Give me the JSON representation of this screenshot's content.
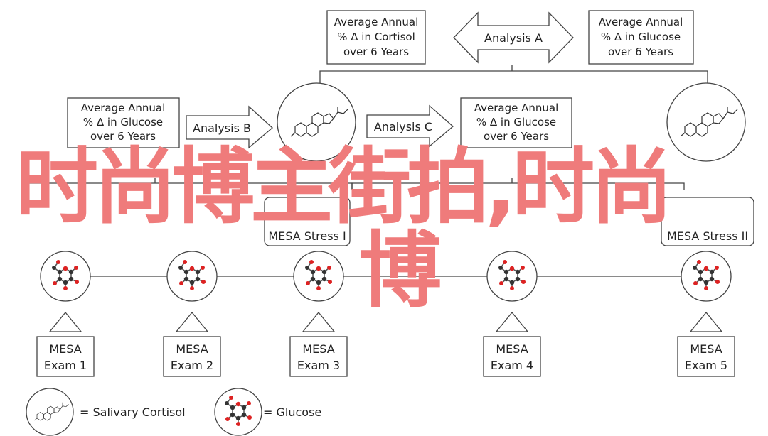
{
  "top_left_box": [
    "Average Annual",
    "% Δ in Cortisol",
    "over 6 Years"
  ],
  "analysis_a": "Analysis A",
  "top_right_box": [
    "Average Annual",
    "% Δ in Glucose",
    "over 6 Years"
  ],
  "mid_left_box": [
    "Average Annual",
    "% Δ in Glucose",
    "over 6 Years"
  ],
  "analysis_b": "Analysis B",
  "analysis_c": "Analysis C",
  "mid_right_box": [
    "Average Annual",
    "% Δ in Glucose",
    "over 6 Years"
  ],
  "stress_1": "MESA Stress I",
  "stress_2": "MESA Stress II",
  "exams": [
    [
      "MESA",
      "Exam 1"
    ],
    [
      "MESA",
      "Exam 2"
    ],
    [
      "MESA",
      "Exam 3"
    ],
    [
      "MESA",
      "Exam 4"
    ],
    [
      "MESA",
      "Exam 5"
    ]
  ],
  "legend": {
    "cortisol": "= Salivary Cortisol",
    "glucose": "= Glucose"
  },
  "overlay": {
    "line1": "时尚博主街拍,时尚",
    "line2": "博",
    "color": "#ef7b7b"
  },
  "icons": {
    "cortisol": "steroid-molecule-icon",
    "glucose": "glucose-molecule-icon"
  }
}
